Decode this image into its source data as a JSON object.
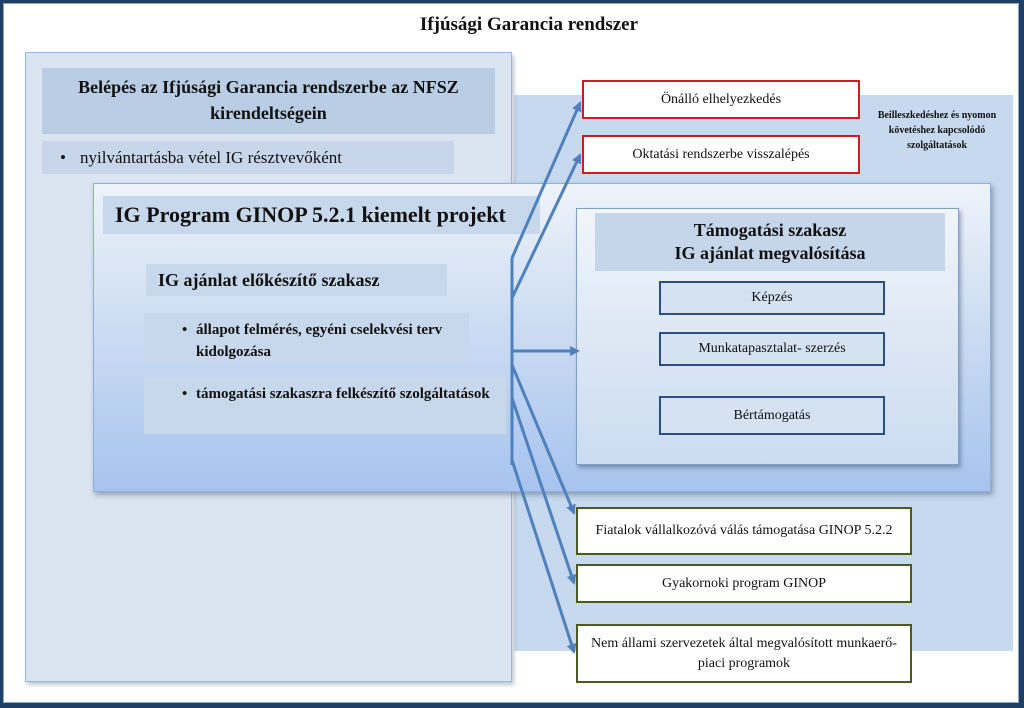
{
  "title": "Ifjúsági Garancia rendszer",
  "entry": {
    "heading": "Belépés az Ifjúsági Garancia rendszerbe az NFSZ kirendeltségein",
    "item": "nyilvántartásba vétel IG résztvevőként"
  },
  "program": {
    "title": "IG Program GINOP 5.2.1 kiemelt projekt",
    "prep_title": "IG ajánlat előkészítő szakasz",
    "prep_items": [
      "állapot felmérés, egyéni cselekvési terv kidolgozása",
      "támogatási szakaszra felkészítő szolgáltatások"
    ]
  },
  "support": {
    "title": "Támogatási szakasz\nIG ajánlat megvalósítása",
    "items": [
      "Képzés",
      "Munkatapasztalat- szerzés",
      "Bértámogatás"
    ]
  },
  "outcomes_red": [
    "Önálló elhelyezkedés",
    "Oktatási rendszerbe visszalépés"
  ],
  "side_note": "Beilleszkedéshez és nyomon követéshez kapcsolódó szolgáltatások",
  "outcomes_green": [
    "Fiatalok vállalkozóvá válás támogatása GINOP 5.2.2",
    "Gyakornoki program GINOP",
    "Nem állami szervezetek által megvalósított munkaerő-piaci programok"
  ],
  "colors": {
    "arrow": "#4f81bd",
    "red_border": "#d41a1f",
    "green_border": "#4d5a1e",
    "navy_border": "#2e4f7e"
  }
}
